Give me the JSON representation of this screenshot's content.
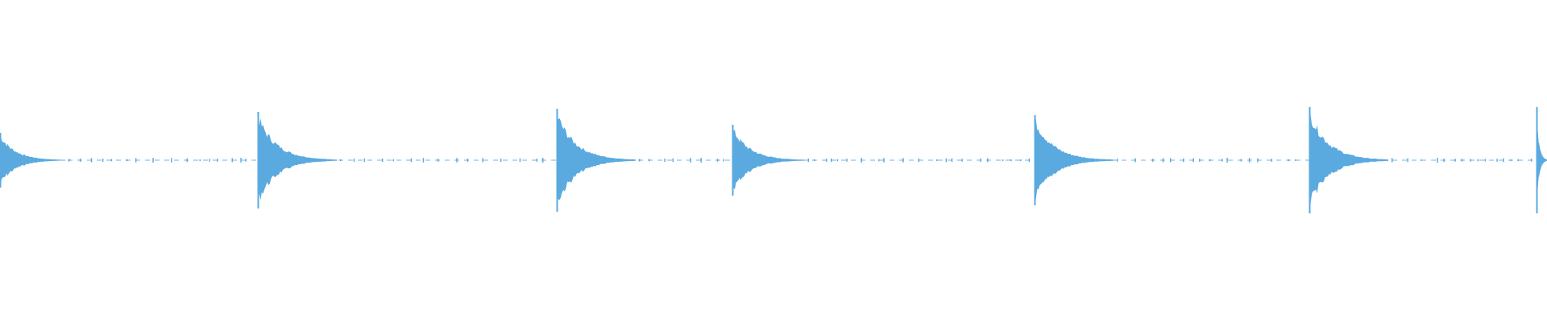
{
  "waveform": {
    "color": "#5aaae0",
    "background": "#ffffff",
    "transients": [
      {
        "peak": 0.17,
        "decay": 0.6
      },
      {
        "peak": 0.3,
        "decay": 0.8
      },
      {
        "peak": 0.32,
        "decay": 0.8
      },
      {
        "peak": 0.22,
        "decay": 0.7
      },
      {
        "peak": 0.28,
        "decay": 0.8
      },
      {
        "peak": 0.33,
        "decay": 0.8
      },
      {
        "peak": 0.33,
        "decay": 0.4
      }
    ]
  }
}
